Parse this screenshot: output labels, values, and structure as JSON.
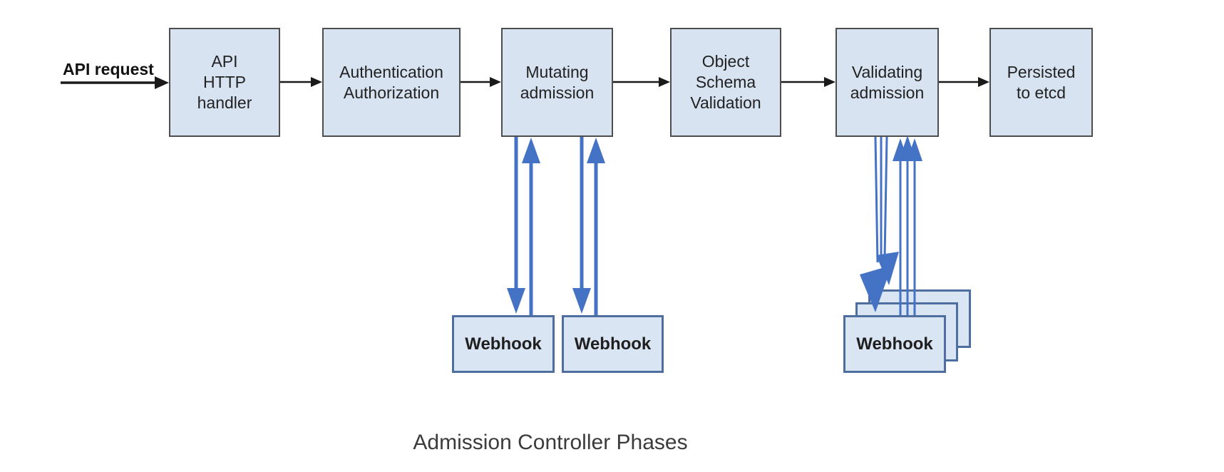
{
  "caption": "Admission Controller Phases",
  "flow": {
    "input_label": "API request"
  },
  "phases": [
    {
      "id": "api-http-handler",
      "label": "API\nHTTP\nhandler"
    },
    {
      "id": "authentication-authorization",
      "label": "Authentication\nAuthorization"
    },
    {
      "id": "mutating-admission",
      "label": "Mutating\nadmission"
    },
    {
      "id": "object-schema-validation",
      "label": "Object\nSchema\nValidation"
    },
    {
      "id": "validating-admission",
      "label": "Validating\nadmission"
    },
    {
      "id": "persisted-to-etcd",
      "label": "Persisted\nto etcd"
    }
  ],
  "mutating_webhooks": [
    {
      "label": "Webhook"
    },
    {
      "label": "Webhook"
    }
  ],
  "validating_webhooks": [
    {
      "label": "Webhook"
    },
    {
      "label": "Webhook"
    },
    {
      "label": "Webhook"
    }
  ],
  "colors": {
    "box_fill": "#d7e3f1",
    "box_border": "#4e4e4e",
    "webhook_border": "#4f6ea0",
    "blue_arrow": "#4472c4",
    "black_arrow": "#1a1a1a",
    "caption_text": "#3b3b3b"
  }
}
